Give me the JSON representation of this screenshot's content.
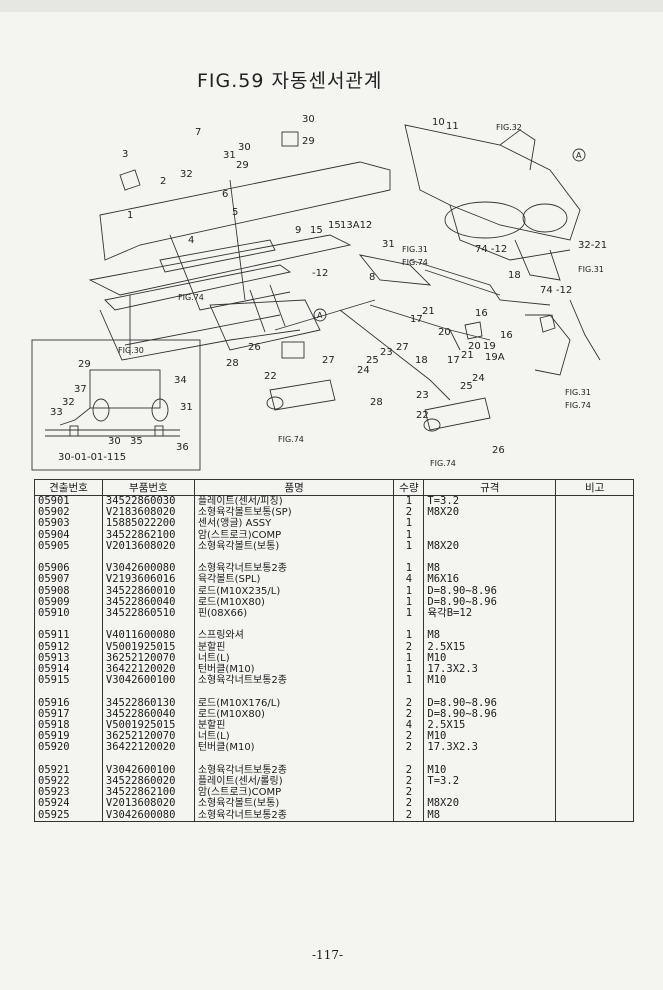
{
  "figure_title": "FIG.59 자동센서관계",
  "page_number": "-117-",
  "diagram_labels": {
    "ref_fig32": "FIG.32",
    "ref_fig31a": "FIG.31",
    "ref_fig31b": "FIG.31",
    "ref_fig31c": "FIG.31",
    "ref_fig74a": "FIG.74",
    "ref_fig74b": "FIG.74",
    "ref_fig74c": "FIG.74",
    "ref_fig74d": "FIG.74",
    "ref_fig74e": "FIG.74",
    "ref_fig30": "FIG.30",
    "inset_code": "30-01-01-115",
    "marker_a": "A",
    "n1": "1",
    "n2": "2",
    "n3": "3",
    "n4": "4",
    "n5": "5",
    "n6": "6",
    "n7": "7",
    "n8": "8",
    "n9": "9",
    "n10": "10",
    "n11": "11",
    "n12": "-12",
    "n13": "13A12",
    "n15": "15",
    "n16": "16",
    "n17": "17",
    "n18": "18",
    "n19": "19",
    "n19a": "19A",
    "n20": "20",
    "n21": "21",
    "n22": "22",
    "n23": "23",
    "n24": "24",
    "n25": "25",
    "n26": "26",
    "n27": "27",
    "n28": "28",
    "n29": "29",
    "n30": "30",
    "n31": "31",
    "n32": "32",
    "n32_21": "32-21",
    "n74_12": "74 -12",
    "n74_12b": "74 -12",
    "i29": "29",
    "i37": "37",
    "i34": "34",
    "i32": "32",
    "i31": "31",
    "i33": "33",
    "i30": "30",
    "i35": "35",
    "i36": "36"
  },
  "table": {
    "headers": [
      "견출번호",
      "부품번호",
      "품명",
      "수량",
      "규격",
      "비고"
    ],
    "groups": [
      [
        {
          "no": "05901",
          "part": "34522860030",
          "name": "플레이트(센서/피칭)",
          "qty": "1",
          "spec": "T=3.2"
        },
        {
          "no": "05902",
          "part": "V2183608020",
          "name": "소형육각볼트보통(SP)",
          "qty": "2",
          "spec": "M8X20"
        },
        {
          "no": "05903",
          "part": "15885022200",
          "name": "센서(앵글) ASSY",
          "qty": "1",
          "spec": ""
        },
        {
          "no": "05904",
          "part": "34522862100",
          "name": "암(스트로크)COMP",
          "qty": "1",
          "spec": ""
        },
        {
          "no": "05905",
          "part": "V2013608020",
          "name": "소형육각볼트(보통)",
          "qty": "1",
          "spec": "M8X20"
        }
      ],
      [
        {
          "no": "05906",
          "part": "V3042600080",
          "name": "소형육각너트보통2종",
          "qty": "1",
          "spec": "M8"
        },
        {
          "no": "05907",
          "part": "V2193606016",
          "name": "육각볼트(SPL)",
          "qty": "4",
          "spec": "M6X16"
        },
        {
          "no": "05908",
          "part": "34522860010",
          "name": "로드(M10X235/L)",
          "qty": "1",
          "spec": "D=8.90~8.96"
        },
        {
          "no": "05909",
          "part": "34522860040",
          "name": "로드(M10X80)",
          "qty": "1",
          "spec": "D=8.90~8.96"
        },
        {
          "no": "05910",
          "part": "34522860510",
          "name": "핀(08X66)",
          "qty": "1",
          "spec": "육각B=12"
        }
      ],
      [
        {
          "no": "05911",
          "part": "V4011600080",
          "name": "스프링와셔",
          "qty": "1",
          "spec": "M8"
        },
        {
          "no": "05912",
          "part": "V5001925015",
          "name": "분할핀",
          "qty": "2",
          "spec": "2.5X15"
        },
        {
          "no": "05913",
          "part": "36252120070",
          "name": "너트(L)",
          "qty": "1",
          "spec": "M10"
        },
        {
          "no": "05914",
          "part": "36422120020",
          "name": "턴버클(M10)",
          "qty": "1",
          "spec": "17.3X2.3"
        },
        {
          "no": "05915",
          "part": "V3042600100",
          "name": "소형육각너트보통2종",
          "qty": "1",
          "spec": "M10"
        }
      ],
      [
        {
          "no": "05916",
          "part": "34522860130",
          "name": "로드(M10X176/L)",
          "qty": "2",
          "spec": "D=8.90~8.96"
        },
        {
          "no": "05917",
          "part": "34522860040",
          "name": "로드(M10X80)",
          "qty": "2",
          "spec": "D=8.90~8.96"
        },
        {
          "no": "05918",
          "part": "V5001925015",
          "name": "분할핀",
          "qty": "4",
          "spec": "2.5X15"
        },
        {
          "no": "05919",
          "part": "36252120070",
          "name": "너트(L)",
          "qty": "2",
          "spec": "M10"
        },
        {
          "no": "05920",
          "part": "36422120020",
          "name": "턴버클(M10)",
          "qty": "2",
          "spec": "17.3X2.3"
        }
      ],
      [
        {
          "no": "05921",
          "part": "V3042600100",
          "name": "소형육각너트보통2종",
          "qty": "2",
          "spec": "M10"
        },
        {
          "no": "05922",
          "part": "34522860020",
          "name": "플레이트(센서/롤링)",
          "qty": "2",
          "spec": "T=3.2"
        },
        {
          "no": "05923",
          "part": "34522862100",
          "name": "암(스트로크)COMP",
          "qty": "2",
          "spec": ""
        },
        {
          "no": "05924",
          "part": "V2013608020",
          "name": "소형육각볼트(보통)",
          "qty": "2",
          "spec": "M8X20"
        },
        {
          "no": "05925",
          "part": "V3042600080",
          "name": "소형육각너트보통2종",
          "qty": "2",
          "spec": "M8"
        }
      ]
    ]
  }
}
